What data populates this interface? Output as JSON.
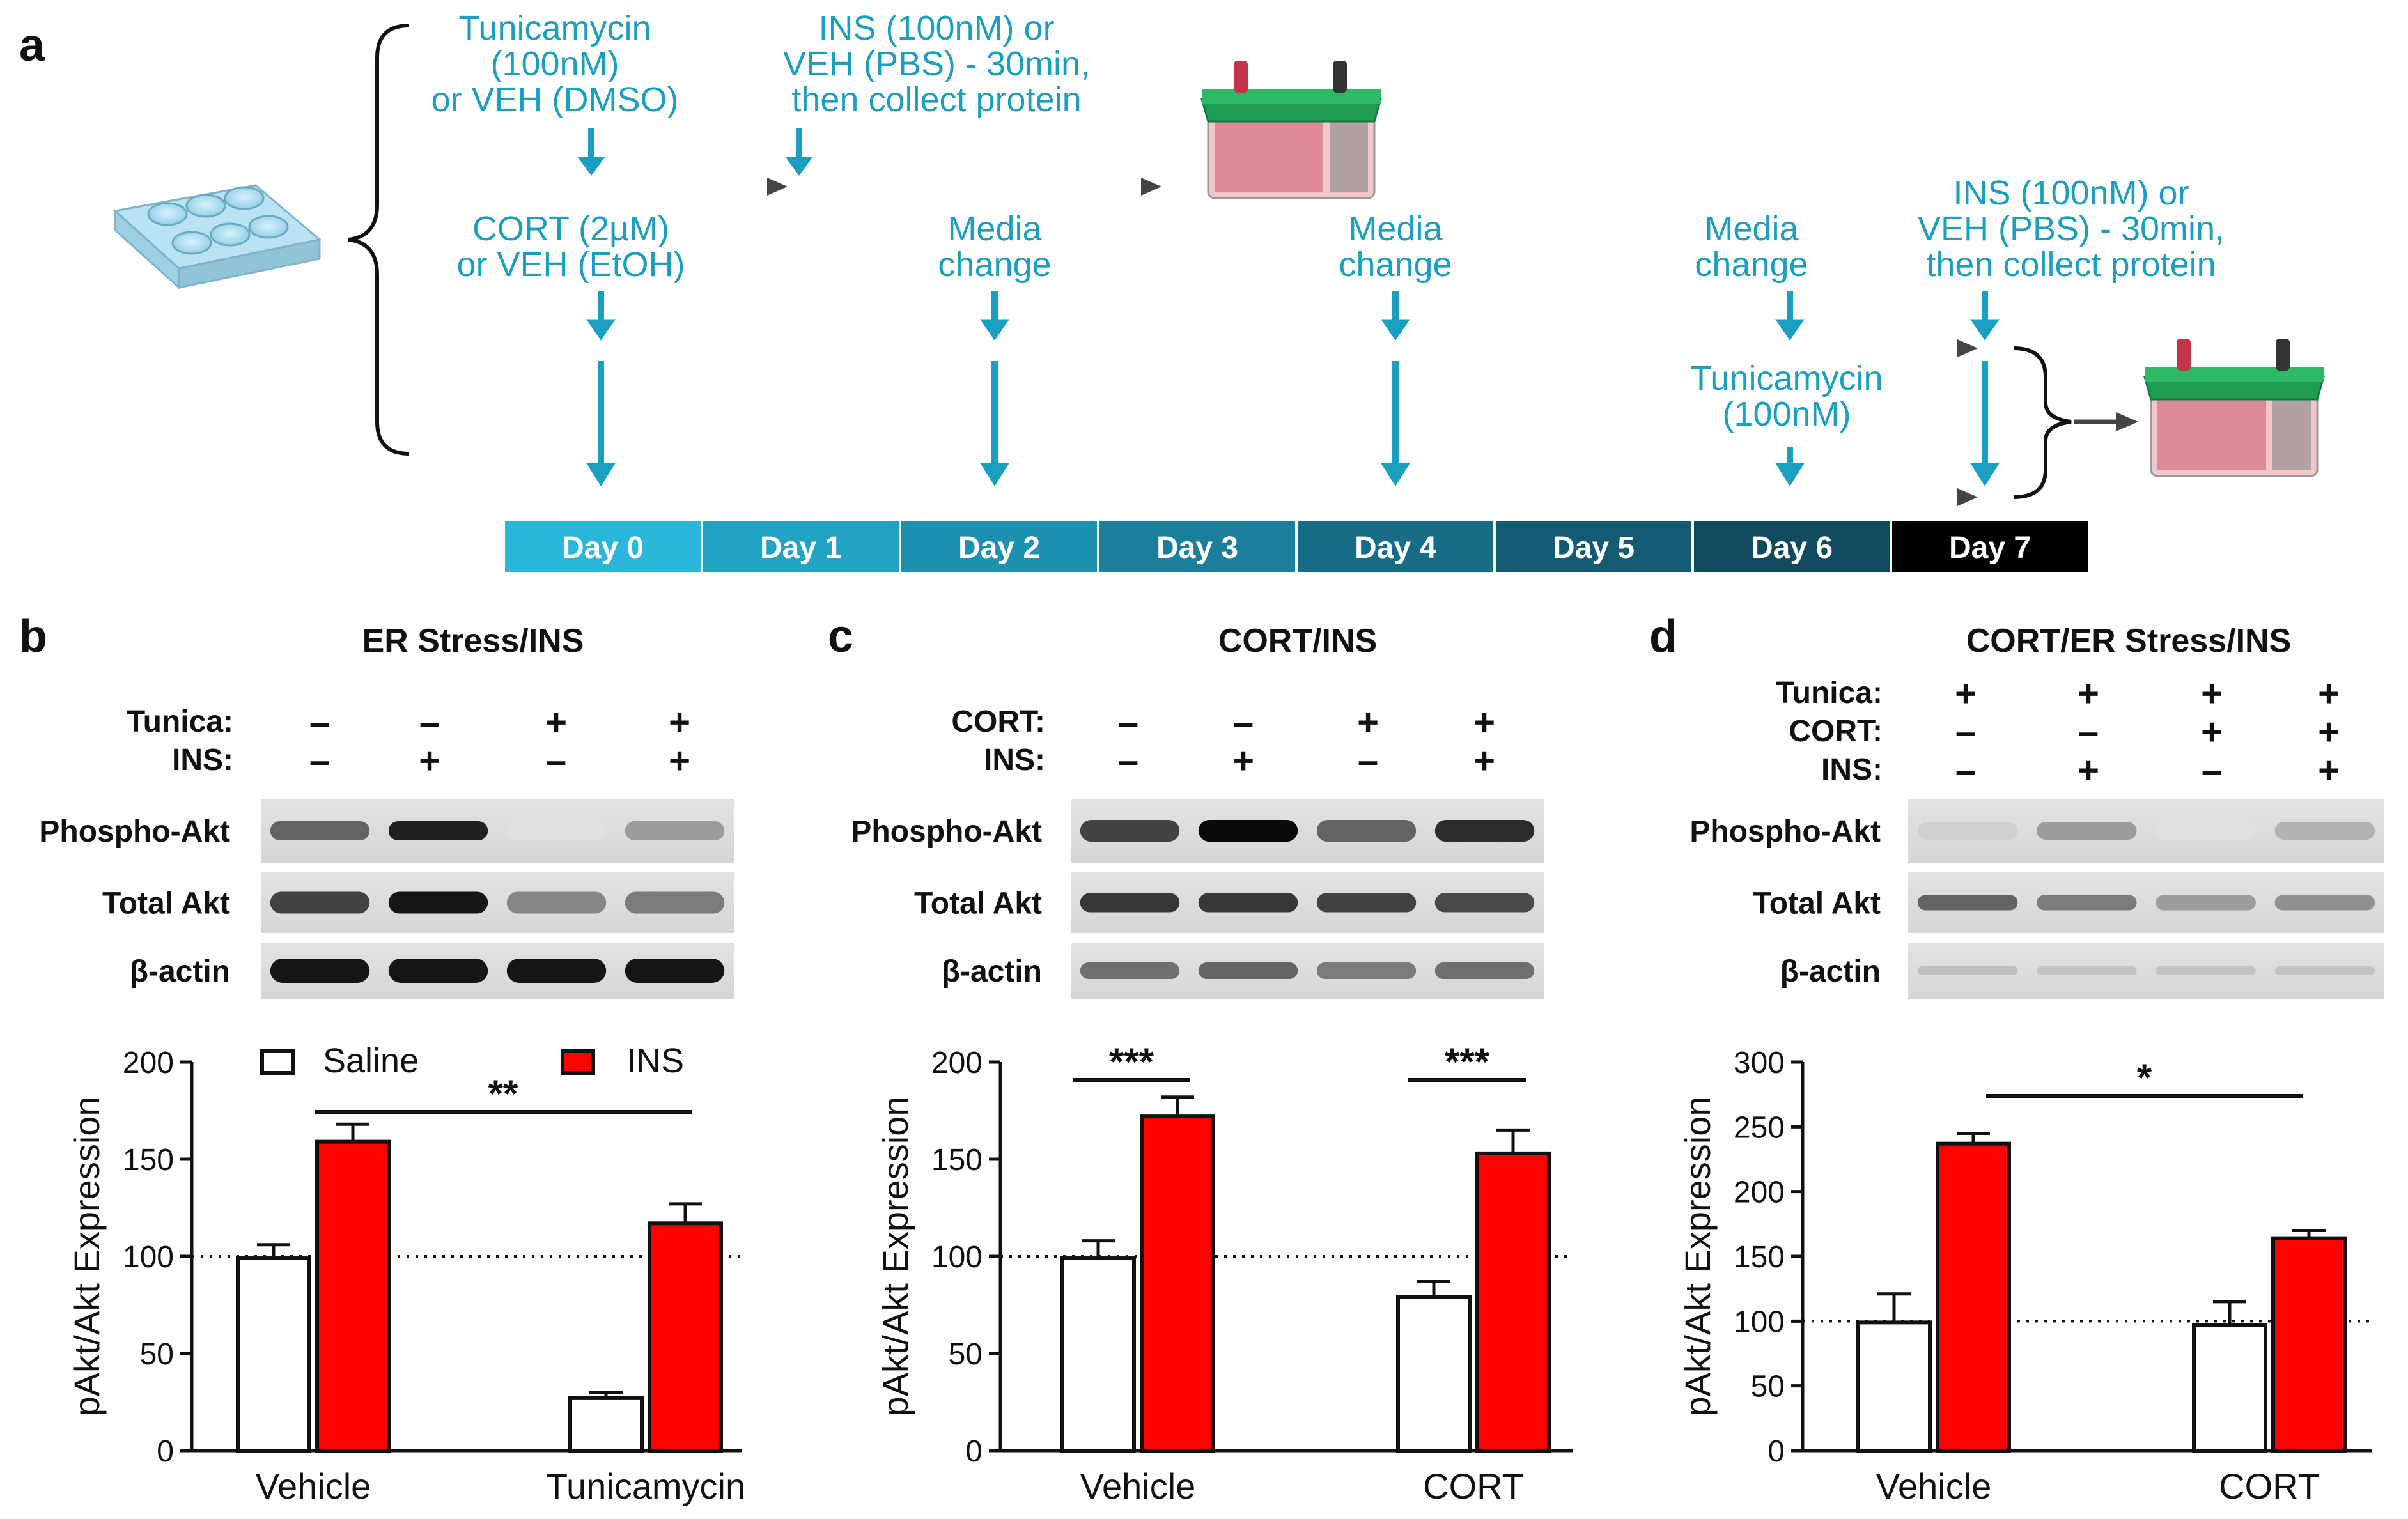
{
  "panel_a": {
    "letter": "a",
    "top_row": {
      "treatment": [
        "Tunicamycin",
        "(100nM)",
        "or VEH (DMSO)"
      ],
      "insulin": [
        "INS (100nM) or",
        "VEH (PBS) - 30min,",
        "then collect protein"
      ]
    },
    "bottom_row": {
      "cort": [
        "CORT (2µM)",
        "or VEH (EtOH)"
      ],
      "media_change": [
        "Media",
        "change"
      ],
      "tunicamycin": [
        "Tunicamycin",
        "(100nM)"
      ],
      "insulin": [
        "INS (100nM) or",
        "VEH (PBS) - 30min,",
        "then collect protein"
      ]
    },
    "days": [
      "Day 0",
      "Day 1",
      "Day 2",
      "Day 3",
      "Day 4",
      "Day 5",
      "Day 6",
      "Day 7"
    ],
    "day_colors": [
      "#29b6d8",
      "#23a3c4",
      "#1f91b0",
      "#1b7f9c",
      "#176d88",
      "#135b73",
      "#0f4a5f",
      "#000000"
    ]
  },
  "panel_b": {
    "letter": "b",
    "title": "ER Stress/INS",
    "conditions": [
      {
        "name": "Tunica:",
        "signs": [
          "–",
          "–",
          "+",
          "+"
        ]
      },
      {
        "name": "INS:",
        "signs": [
          "–",
          "+",
          "–",
          "+"
        ]
      }
    ],
    "blots": [
      "Phospho-Akt",
      "Total Akt",
      "β-actin"
    ],
    "chart_data": {
      "type": "bar",
      "categories": [
        "Vehicle",
        "Tunicamycin"
      ],
      "series": [
        {
          "name": "Saline",
          "values": [
            99,
            27
          ],
          "errors": [
            7,
            3
          ],
          "color": "#ffffff"
        },
        {
          "name": "INS",
          "values": [
            159,
            117
          ],
          "errors": [
            9,
            10
          ],
          "color": "#ff0000"
        }
      ],
      "ylabel": "pAkt/Akt Expression",
      "ylim": [
        0,
        200
      ],
      "yticks": [
        "0",
        "50",
        "100",
        "150",
        "200"
      ],
      "reference_line": 100,
      "legend": "top",
      "significance": [
        {
          "label": "**",
          "from": "Vehicle INS",
          "to": "Tunicamycin INS"
        }
      ]
    }
  },
  "panel_c": {
    "letter": "c",
    "title": "CORT/INS",
    "conditions": [
      {
        "name": "CORT:",
        "signs": [
          "–",
          "–",
          "+",
          "+"
        ]
      },
      {
        "name": "INS:",
        "signs": [
          "–",
          "+",
          "–",
          "+"
        ]
      }
    ],
    "blots": [
      "Phospho-Akt",
      "Total Akt",
      "β-actin"
    ],
    "chart_data": {
      "type": "bar",
      "categories": [
        "Vehicle",
        "CORT"
      ],
      "series": [
        {
          "values": [
            99,
            79
          ],
          "errors": [
            9,
            8
          ],
          "color": "#ffffff"
        },
        {
          "values": [
            172,
            153
          ],
          "errors": [
            10,
            12
          ],
          "color": "#ff0000"
        }
      ],
      "ylabel": "pAkt/Akt Expression",
      "ylim": [
        0,
        200
      ],
      "yticks": [
        "0",
        "50",
        "100",
        "150",
        "200"
      ],
      "reference_line": 100,
      "significance": [
        {
          "label": "***",
          "from": "Vehicle Saline",
          "to": "Vehicle INS"
        },
        {
          "label": "***",
          "from": "CORT Saline",
          "to": "CORT INS"
        }
      ]
    }
  },
  "panel_d": {
    "letter": "d",
    "title": "CORT/ER Stress/INS",
    "conditions": [
      {
        "name": "Tunica:",
        "signs": [
          "+",
          "+",
          "+",
          "+"
        ]
      },
      {
        "name": "CORT:",
        "signs": [
          "–",
          "–",
          "+",
          "+"
        ]
      },
      {
        "name": "INS:",
        "signs": [
          "–",
          "+",
          "–",
          "+"
        ]
      }
    ],
    "blots": [
      "Phospho-Akt",
      "Total Akt",
      "β-actin"
    ],
    "chart_data": {
      "type": "bar",
      "categories": [
        "Vehicle",
        "CORT"
      ],
      "series": [
        {
          "values": [
            99,
            97
          ],
          "errors": [
            22,
            18
          ],
          "color": "#ffffff"
        },
        {
          "values": [
            237,
            164
          ],
          "errors": [
            8,
            6
          ],
          "color": "#ff0000"
        }
      ],
      "ylabel": "pAkt/Akt Expression",
      "ylim": [
        0,
        300
      ],
      "yticks": [
        "0",
        "50",
        "100",
        "150",
        "200",
        "250",
        "300"
      ],
      "reference_line": 100,
      "significance": [
        {
          "label": "*",
          "from": "Vehicle INS",
          "to": "CORT INS"
        }
      ]
    }
  }
}
